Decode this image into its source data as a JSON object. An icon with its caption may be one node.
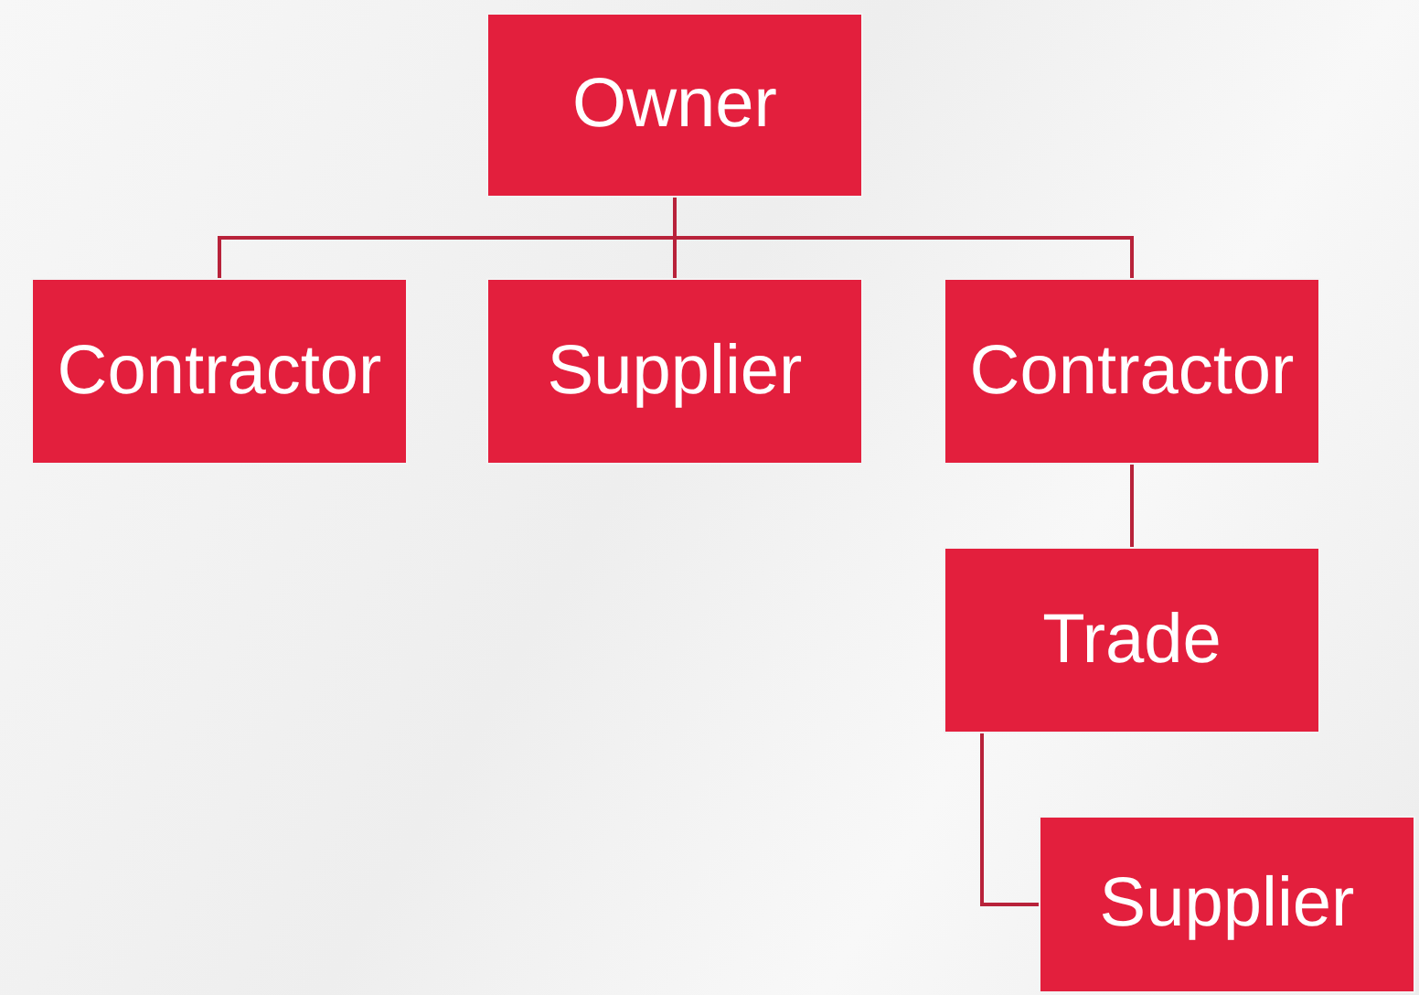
{
  "diagram": {
    "nodes": [
      {
        "text": [
          "Owner"
        ]
      },
      {
        "text": [
          "Contractor"
        ]
      },
      {
        "text": [
          "Supplier"
        ]
      },
      {
        "text": [
          "Contractor"
        ]
      },
      {
        "text": [
          "Trade"
        ]
      },
      {
        "text": [
          "Supplier"
        ]
      }
    ],
    "edges": [
      {
        "from": 0,
        "to": 1,
        "arrow": "none"
      },
      {
        "from": 0,
        "to": 2,
        "arrow": "none"
      },
      {
        "from": 0,
        "to": 3,
        "arrow": "none"
      },
      {
        "from": 3,
        "to": 4,
        "arrow": "none"
      },
      {
        "from": 4,
        "to": 5,
        "arrow": "none"
      }
    ]
  }
}
